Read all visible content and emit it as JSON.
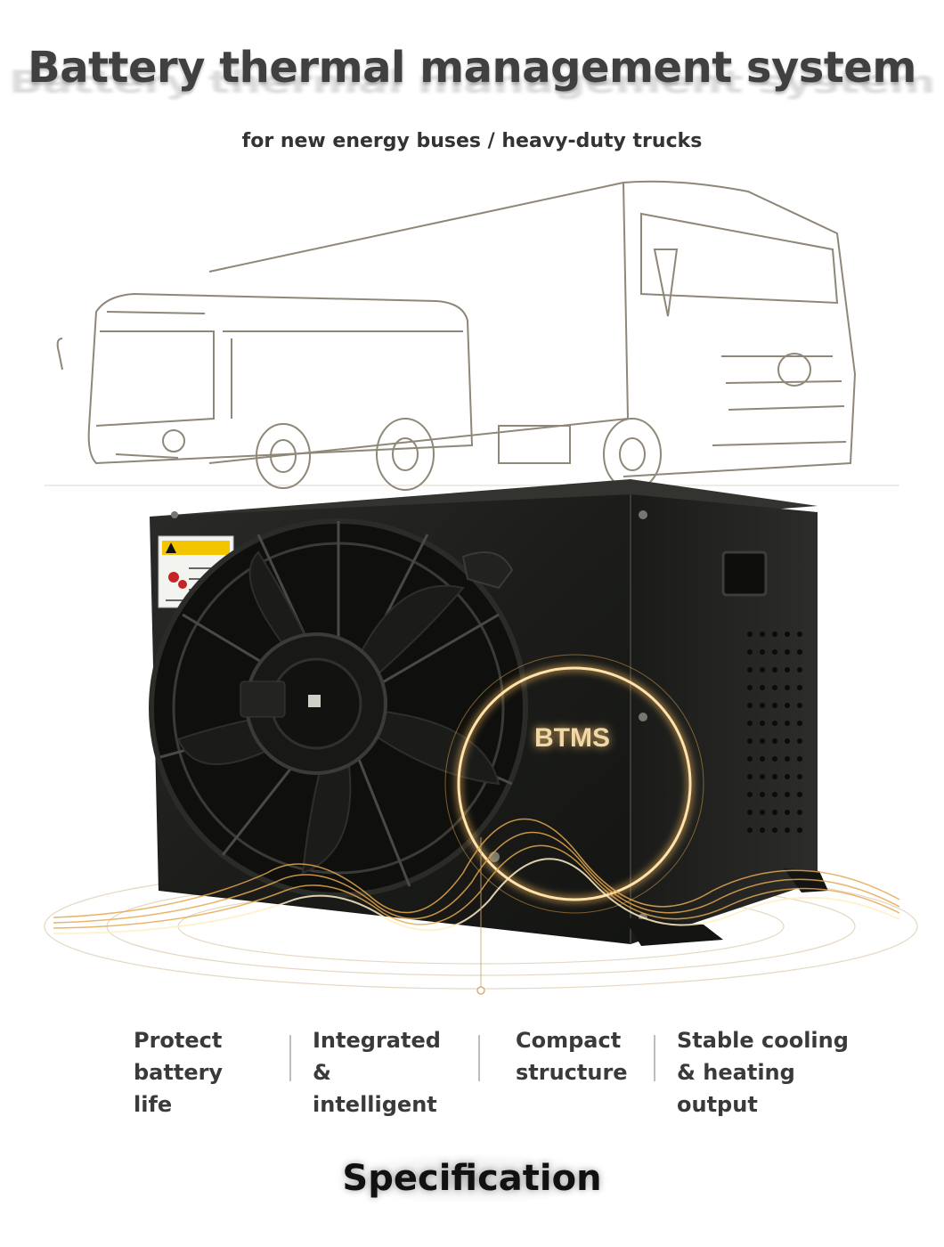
{
  "header": {
    "title": "Battery thermal management system",
    "subtitle": "for new energy buses / heavy-duty trucks"
  },
  "hero": {
    "badge_text": "BTMS",
    "icons": [
      "bus-sketch",
      "truck-sketch",
      "btms-unit",
      "cooling-fan",
      "glow-ring"
    ],
    "colors": {
      "line_art": "#9a9180",
      "unit_body": "#1e1f1d",
      "glow": "#f2b65a"
    }
  },
  "features": [
    {
      "label": "Protect\nbattery life"
    },
    {
      "label": "Integrated\n& intelligent"
    },
    {
      "label": "Compact\nstructure"
    },
    {
      "label": "Stable cooling\n& heating output"
    }
  ],
  "section": {
    "title": "Specification"
  }
}
